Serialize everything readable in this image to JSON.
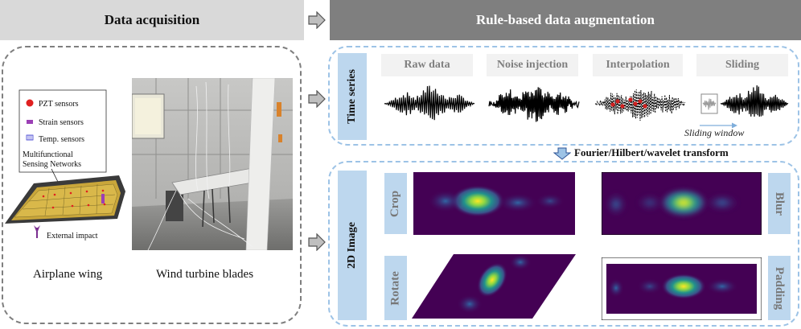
{
  "headers": {
    "left": "Data acquisition",
    "right": "Rule-based data augmentation"
  },
  "acquisition": {
    "legend": {
      "pzt": "PZT sensors",
      "strain": "Strain sensors",
      "temp": "Temp. sensors",
      "network_line1": "Multifunctional",
      "network_line2": "Sensing Networks",
      "impact": "External impact"
    },
    "captions": {
      "wing": "Airplane wing",
      "turbine": "Wind turbine blades"
    }
  },
  "time_series": {
    "label": "Time series",
    "methods": [
      "Raw data",
      "Noise injection",
      "Interpolation",
      "Sliding"
    ],
    "sliding_window": "Sliding window"
  },
  "transform_label": "Fourier/Hilbert/wavelet transform",
  "image_2d": {
    "label": "2D Image",
    "methods": [
      "Crop",
      "Blur",
      "Rotate",
      "Padding"
    ]
  },
  "colors": {
    "header_left": "#d9d9d9",
    "header_right": "#7f7f7f",
    "label_blue": "#bdd7ee",
    "dash_blue": "#9dc3e6",
    "heatmap_bg": "#440154",
    "heatmap_peak": "#fde725",
    "pzt_red": "#e02020",
    "strain_purple": "#9b3fb5"
  }
}
